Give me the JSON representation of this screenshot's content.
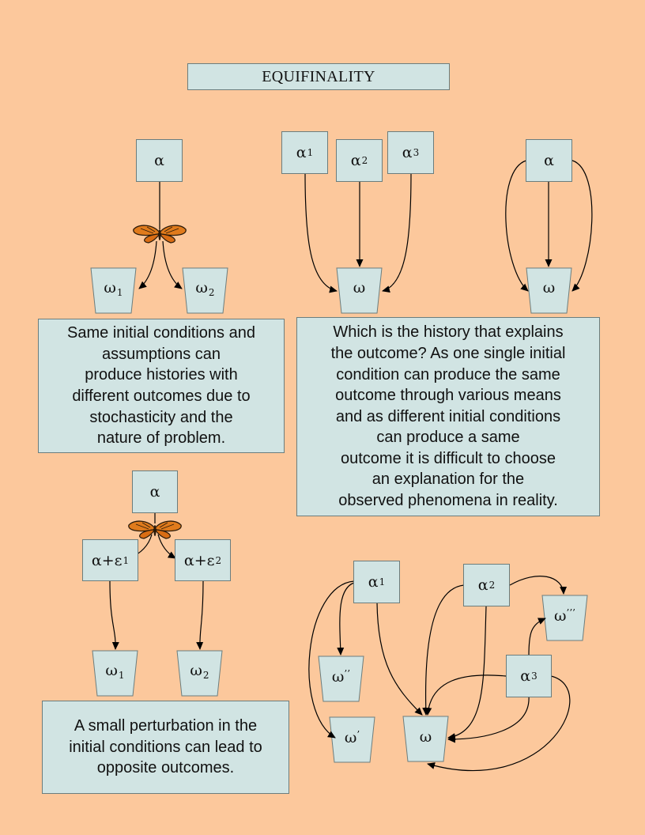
{
  "title": "EQUIFINALITY",
  "colors": {
    "background": "#fcc89c",
    "box_fill": "#d1e4e3",
    "box_border": "#6b7d7d",
    "arrow": "#000000",
    "butterfly": "#e07b1c"
  },
  "icons": [
    "butterfly-icon"
  ],
  "panel_top_left": {
    "alpha": {
      "base": "α"
    },
    "outcomes": [
      {
        "base": "ω",
        "sub": "1"
      },
      {
        "base": "ω",
        "sub": "2"
      }
    ],
    "caption": [
      "Same initial conditions and",
      "assumptions can",
      "produce histories with",
      "different outcomes due to",
      "stochasticity and the",
      "nature of problem."
    ]
  },
  "panel_top_middle": {
    "alphas": [
      {
        "base": "α",
        "sub": "1"
      },
      {
        "base": "α",
        "sub": "2"
      },
      {
        "base": "α",
        "sub": "3"
      }
    ],
    "outcome": {
      "base": "ω"
    }
  },
  "panel_top_right": {
    "alpha": {
      "base": "α"
    },
    "outcome": {
      "base": "ω"
    }
  },
  "panel_middle_caption": [
    "Which is the history that explains",
    "the outcome? As one single initial",
    "condition can produce the same",
    "outcome through various means",
    "and as different initial conditions",
    "can produce a same",
    "outcome it is difficult to choose",
    "an explanation for the",
    "observed phenomena in reality."
  ],
  "panel_bottom_left": {
    "alpha": {
      "base": "α"
    },
    "perturbed": [
      {
        "base": "α+ε",
        "sub": "1"
      },
      {
        "base": "α+ε",
        "sub": "2"
      }
    ],
    "outcomes": [
      {
        "base": "ω",
        "sub": "1"
      },
      {
        "base": "ω",
        "sub": "2"
      }
    ],
    "caption": [
      "A small perturbation in the",
      "initial conditions can lead to",
      "opposite outcomes."
    ]
  },
  "panel_bottom_right": {
    "alphas": [
      {
        "base": "α",
        "sub": "1"
      },
      {
        "base": "α",
        "sub": "2"
      },
      {
        "base": "α",
        "sub": "3"
      }
    ],
    "outcomes": [
      {
        "base": "ω",
        "sup": "’’’"
      },
      {
        "base": "ω",
        "sup": "’’"
      },
      {
        "base": "ω",
        "sup": "’"
      },
      {
        "base": "ω"
      }
    ]
  }
}
